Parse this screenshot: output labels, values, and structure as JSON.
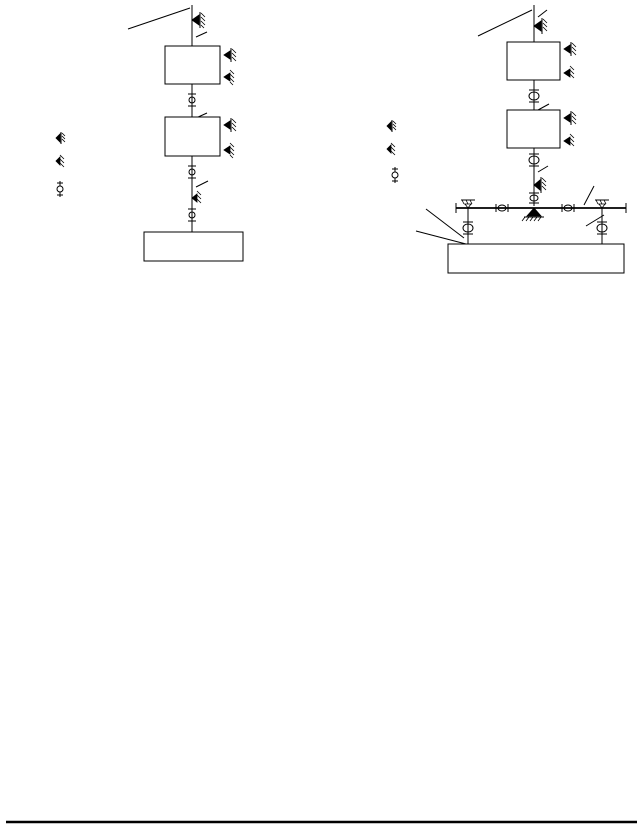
{
  "figures": [
    {
      "id": "left-system",
      "legend_items": [
        "bearing-symbol",
        "bearing-symbol",
        "coupling-symbol"
      ],
      "components": [
        "gear-unit",
        "gear-unit",
        "driven-machine"
      ]
    },
    {
      "id": "right-system",
      "legend_items": [
        "bearing-symbol",
        "bearing-symbol",
        "coupling-symbol"
      ],
      "components": [
        "gear-unit",
        "gear-unit",
        "driven-machine",
        "cross-shaft"
      ]
    }
  ],
  "icons": {
    "bearing": "bearing-icon",
    "coupling": "coupling-icon",
    "fixed-support": "fixed-support-icon",
    "triangle-support": "triangle-support-icon"
  },
  "colors": {
    "ink": "#000000",
    "paper": "#ffffff"
  }
}
